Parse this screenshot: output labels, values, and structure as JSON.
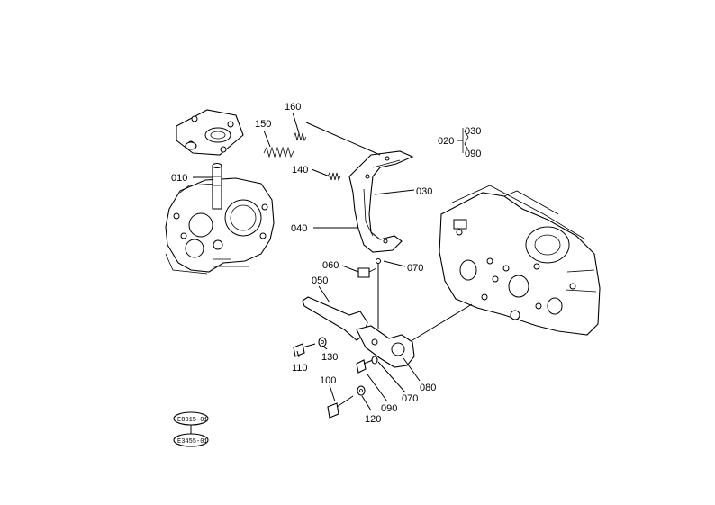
{
  "parts": {
    "p010": "010",
    "p020": "020",
    "p030a": "030",
    "p090a": "090",
    "p030": "030",
    "p040": "040",
    "p050": "050",
    "p060": "060",
    "p070a": "070",
    "p070b": "070",
    "p080": "080",
    "p090": "090",
    "p100": "100",
    "p110": "110",
    "p120": "120",
    "p130": "130",
    "p140": "140",
    "p150": "150",
    "p160": "160"
  },
  "references": {
    "ref1": "E8015-01",
    "ref2": "E3455-01"
  }
}
